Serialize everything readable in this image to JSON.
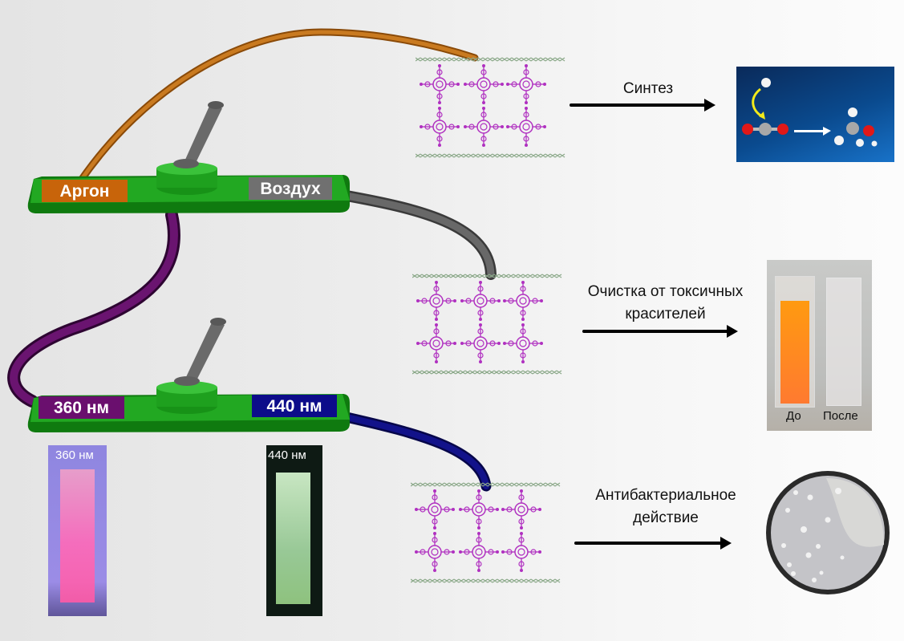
{
  "switches": [
    {
      "name": "gas-switch",
      "left_label": "Аргон",
      "right_label": "Воздух",
      "left_color": "#c8640a",
      "right_color": "#707070"
    },
    {
      "name": "light-switch",
      "left_label": "360 нм",
      "right_label": "440 нм",
      "left_color": "#6a0f6e",
      "right_color": "#0c0c8a"
    }
  ],
  "switch_color": "#22a822",
  "tube_colors": {
    "argon": "#b8650f",
    "air": "#5a5a5a",
    "uv360": "#5e0f64",
    "uv440": "#0c0c6e"
  },
  "applications": [
    {
      "label": "Синтез"
    },
    {
      "label_line1": "Очистка от токсичных",
      "label_line2": "красителей"
    },
    {
      "label_line1": "Антибактериальное",
      "label_line2": "действие"
    }
  ],
  "dye_photo": {
    "before": "До",
    "after": "После"
  },
  "cuvettes": [
    {
      "label": "360 нм"
    },
    {
      "label": "440 нм"
    }
  ],
  "mof_color": "#b030c0"
}
